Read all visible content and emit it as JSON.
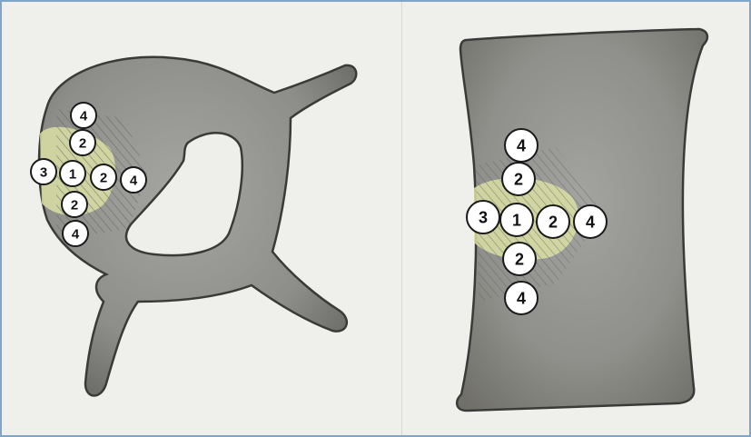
{
  "figure": {
    "left_panel": {
      "markers": [
        {
          "label": "4"
        },
        {
          "label": "2"
        },
        {
          "label": "3"
        },
        {
          "label": "1"
        },
        {
          "label": "2"
        },
        {
          "label": "4"
        },
        {
          "label": "2"
        },
        {
          "label": "4"
        }
      ]
    },
    "right_panel": {
      "markers": [
        {
          "label": "4"
        },
        {
          "label": "2"
        },
        {
          "label": "3"
        },
        {
          "label": "1"
        },
        {
          "label": "2"
        },
        {
          "label": "4"
        },
        {
          "label": "2"
        },
        {
          "label": "4"
        }
      ]
    }
  },
  "colors": {
    "bone": "#8e8e8b",
    "outline": "#3a3a38",
    "highlight": "#d9dfa4",
    "hatch": "#5a5a58",
    "background": "#efefec",
    "border": "#7fa6c8"
  }
}
